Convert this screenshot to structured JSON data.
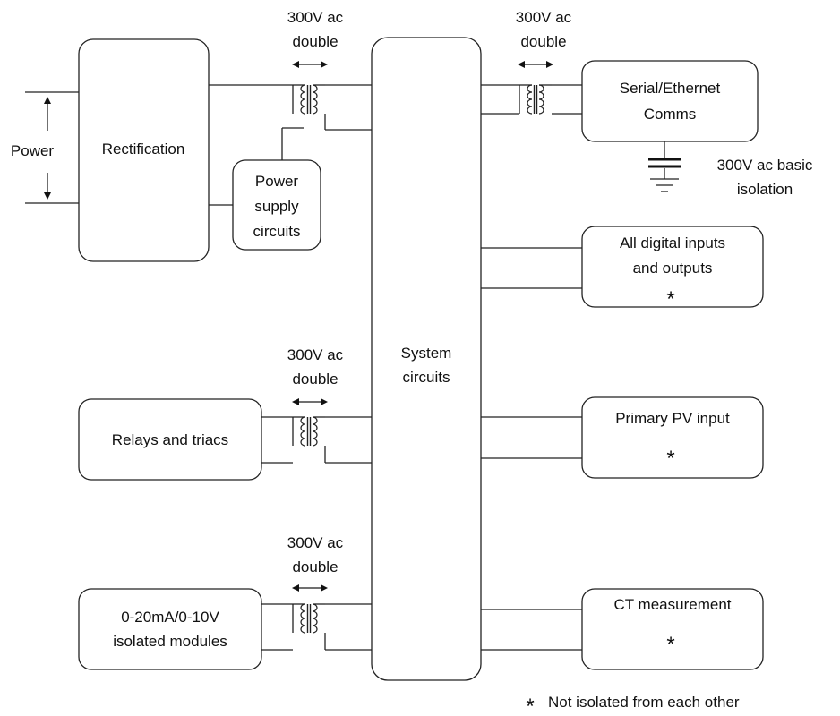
{
  "blocks": {
    "rectification": "Rectification",
    "power_supply": [
      "Power",
      "supply",
      "circuits"
    ],
    "system": [
      "System",
      "circuits"
    ],
    "relays": "Relays and triacs",
    "analog": [
      "0-20mA/0-10V",
      "isolated modules"
    ],
    "serial": [
      "Serial/Ethernet",
      "Comms"
    ],
    "digital": [
      "All digital inputs",
      "and outputs"
    ],
    "pv": "Primary PV input",
    "ct": "CT measurement"
  },
  "power_label": "Power",
  "isolation": {
    "double_line1": "300V ac",
    "double_line2": "double",
    "basic_line1": "300V ac basic",
    "basic_line2": "isolation"
  },
  "marker": "*",
  "footnote": "Not isolated from each other"
}
